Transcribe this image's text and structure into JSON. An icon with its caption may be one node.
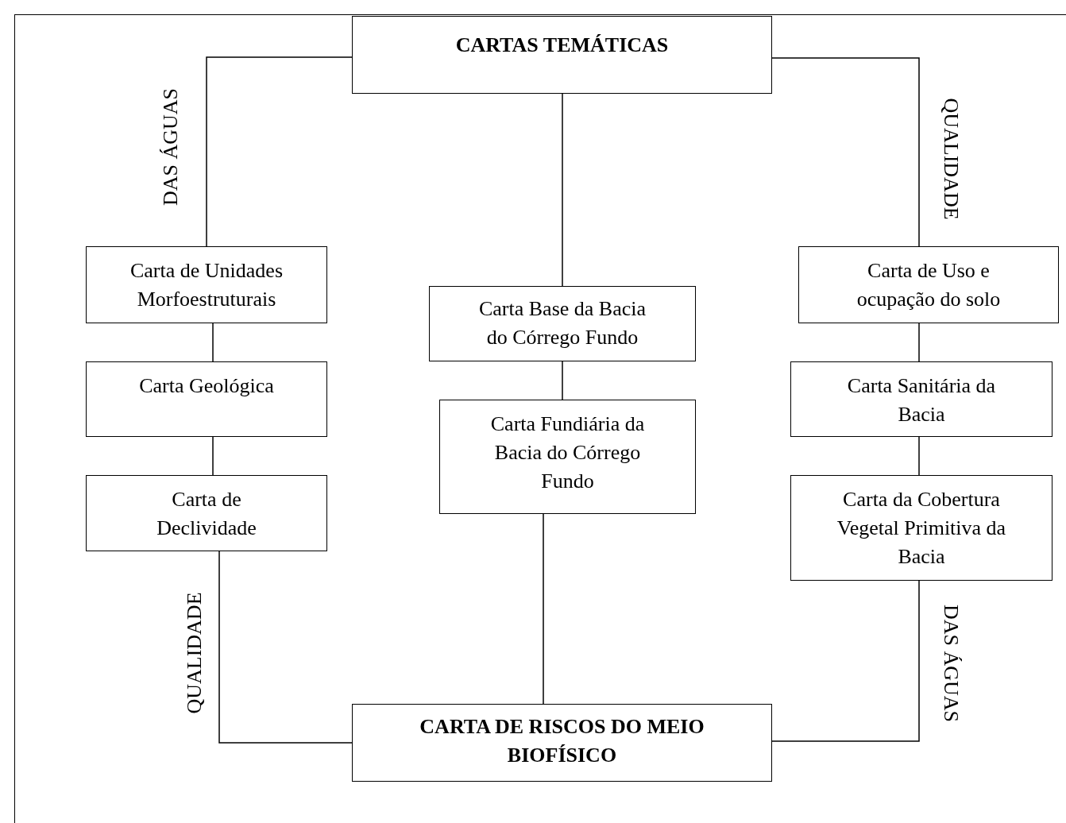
{
  "diagram": {
    "nodes": [
      {
        "text": [
          "CARTAS TEMÁTICAS"
        ]
      },
      {
        "text": [
          "Carta de Unidades Morfoestruturais"
        ]
      },
      {
        "text": [
          "Carta Geológica"
        ]
      },
      {
        "text": [
          "Carta de Declividade"
        ]
      },
      {
        "text": [
          "Carta Base da Bacia do Córrego Fundo"
        ]
      },
      {
        "text": [
          "Carta Fundiária da Bacia do Córrego Fundo"
        ]
      },
      {
        "text": [
          "Carta de Uso e ocupação do solo"
        ]
      },
      {
        "text": [
          "Carta Sanitária da Bacia"
        ]
      },
      {
        "text": [
          "Carta da Cobertura Vegetal Primitiva da Bacia"
        ]
      },
      {
        "text": [
          "CARTA DE RISCOS DO MEIO BIOFÍSICO"
        ]
      }
    ],
    "edges": [
      {
        "from": 0,
        "to": 1,
        "arrow": "none",
        "label": "DAS ÁGUAS"
      },
      {
        "from": 1,
        "to": 2,
        "arrow": "none"
      },
      {
        "from": 2,
        "to": 3,
        "arrow": "none"
      },
      {
        "from": 3,
        "to": 9,
        "arrow": "none",
        "label": "QUALIDADE"
      },
      {
        "from": 0,
        "to": 4,
        "arrow": "none"
      },
      {
        "from": 4,
        "to": 5,
        "arrow": "none"
      },
      {
        "from": 5,
        "to": 9,
        "arrow": "none"
      },
      {
        "from": 0,
        "to": 6,
        "arrow": "none",
        "label": "QUALIDADE"
      },
      {
        "from": 6,
        "to": 7,
        "arrow": "none"
      },
      {
        "from": 7,
        "to": 8,
        "arrow": "none"
      },
      {
        "from": 8,
        "to": 9,
        "arrow": "none",
        "label": "DAS ÁGUAS"
      }
    ]
  }
}
